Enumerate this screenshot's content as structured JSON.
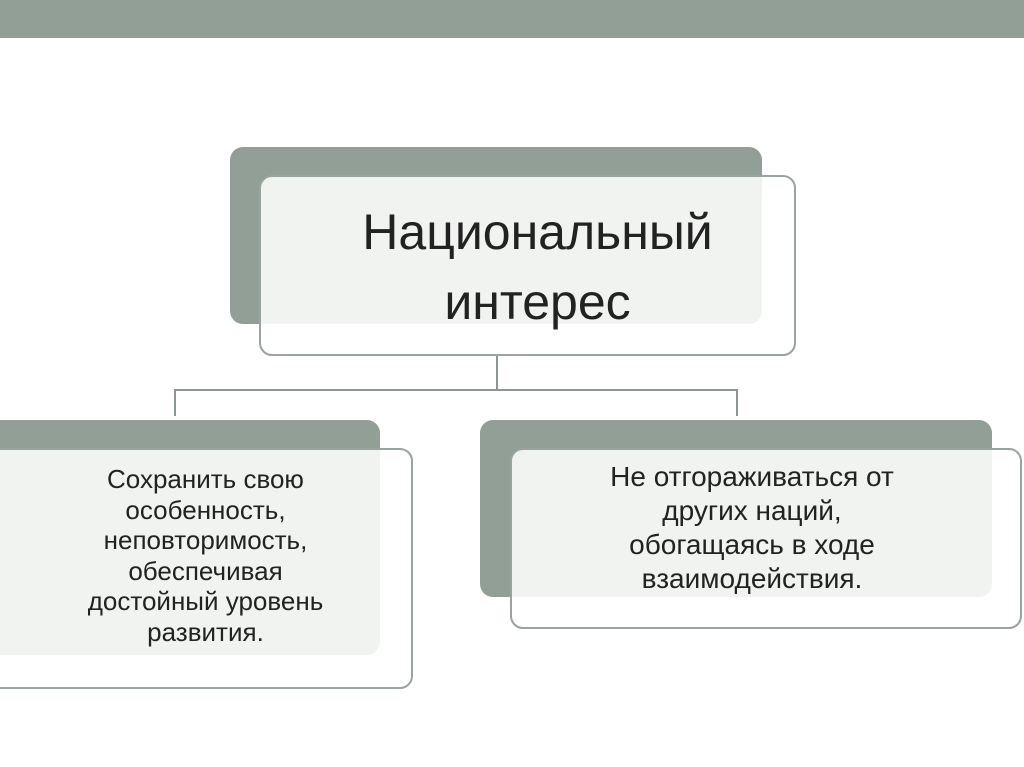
{
  "diagram": {
    "root": {
      "text": "Национальный\nинтерес"
    },
    "children": [
      {
        "text": "Сохранить свою\nособенность,\nнеповторимость,\nобеспечивая\nдостойный уровень\nразвития."
      },
      {
        "text": "Не отгораживаться от\nдругих наций,\nобогащаясь в ходе\nвзаимодействия."
      }
    ],
    "colors": {
      "accent": "#929f96",
      "border": "#9aa39d",
      "text": "#222222"
    }
  }
}
